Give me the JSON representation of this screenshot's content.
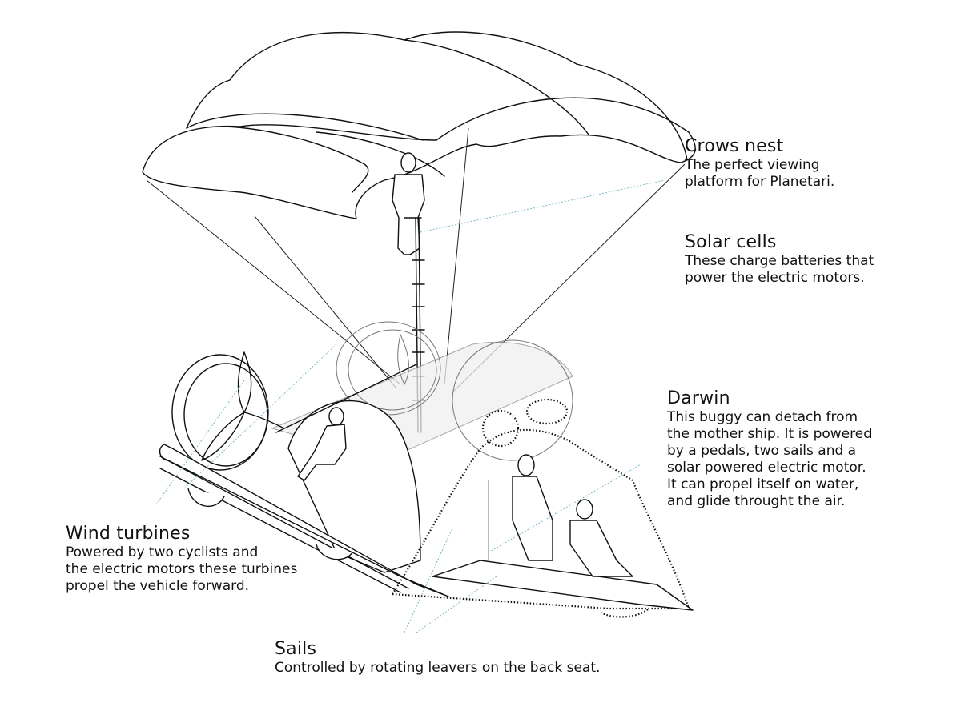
{
  "diagram": {
    "subject": "Planetari vehicle with Darwin buggy",
    "colors": {
      "line_art": "#111111",
      "leader_lines": "#7fb8c8",
      "shaded_tube": "#efefef",
      "background": "#ffffff"
    },
    "labels": [
      {
        "id": "crows-nest",
        "title": "Crows nest",
        "body": "The perfect viewing\nplatform for Planetari."
      },
      {
        "id": "solar-cells",
        "title": "Solar cells",
        "body": "These charge batteries that\npower the electric motors."
      },
      {
        "id": "darwin",
        "title": "Darwin",
        "body": "This buggy can detach from\nthe mother ship. It is powered\nby a pedals, two sails and a\nsolar powered electric motor.\nIt can propel itself on water,\nand glide throught the air."
      },
      {
        "id": "wind-turbines",
        "title": "Wind turbines",
        "body": "Powered by two cyclists and\nthe electric motors these turbines\npropel the vehicle forward."
      },
      {
        "id": "sails",
        "title": "Sails",
        "body": "Controlled by rotating leavers on the back seat."
      }
    ],
    "parts": [
      "parachute-canopy",
      "crows-nest-person",
      "ladder-mast",
      "wind-turbine-left",
      "wind-turbine-right",
      "hull-arch",
      "solar-tube",
      "pontoons",
      "cyclist",
      "darwin-buggy",
      "darwin-sails",
      "darwin-passengers"
    ]
  }
}
